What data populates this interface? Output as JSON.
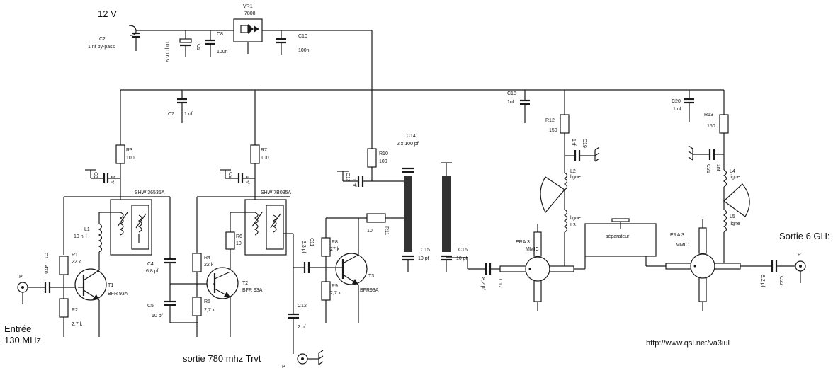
{
  "supply": {
    "voltage_label": "12 V"
  },
  "regulator": {
    "ref": "VR1",
    "value": "7808"
  },
  "capacitors": {
    "c2": {
      "ref": "C2",
      "value": "1 nf by-pass"
    },
    "cpol": {
      "ref": "C5",
      "value": "10 µ 16 V"
    },
    "c8": {
      "ref": "C8",
      "value": "100n"
    },
    "c10": {
      "ref": "C10",
      "value": "100n"
    },
    "c7": {
      "ref": "C7",
      "value": "1 nf"
    },
    "c3": {
      "ref": "C3",
      "value": "1 nf"
    },
    "c9": {
      "ref": "C9",
      "value": "1 nf"
    },
    "c1": {
      "ref": "C1",
      "value": "470"
    },
    "c4": {
      "ref": "C4",
      "value": "6,8 pf"
    },
    "c5": {
      "ref": "C5",
      "value": "10 pf"
    },
    "c11": {
      "ref": "C11",
      "value": "3,3 pf"
    },
    "c12": {
      "ref": "C12",
      "value": "2 pf"
    },
    "c13": {
      "ref": "C13",
      "value": "1 nf"
    },
    "c14": {
      "ref": "C14",
      "value": "2 x 100 pf"
    },
    "c15": {
      "ref": "C15",
      "value": "10 pf"
    },
    "c16": {
      "ref": "C16",
      "value": "10 pf"
    },
    "c17": {
      "ref": "C17",
      "value": "8,2 pf"
    },
    "c18": {
      "ref": "C18",
      "value": "1nf"
    },
    "c19": {
      "ref": "C19",
      "value": "1nf"
    },
    "c20": {
      "ref": "C20",
      "value": "1 nf"
    },
    "c21": {
      "ref": "C21",
      "value": "1nf"
    },
    "c22": {
      "ref": "C22",
      "value": "8,2 pf"
    }
  },
  "resistors": {
    "r1": {
      "ref": "R1",
      "value": "22 k"
    },
    "r2": {
      "ref": "R2",
      "value": "2,7 k"
    },
    "r3": {
      "ref": "R3",
      "value": "100"
    },
    "r4": {
      "ref": "R4",
      "value": "22 k"
    },
    "r5": {
      "ref": "R5",
      "value": "2,7 k"
    },
    "r6": {
      "ref": "R6",
      "value": "10"
    },
    "r7": {
      "ref": "R7",
      "value": "100"
    },
    "r8": {
      "ref": "R8",
      "value": "27 k"
    },
    "r9": {
      "ref": "R9",
      "value": "2,7 k"
    },
    "r10": {
      "ref": "R10",
      "value": "100"
    },
    "r11": {
      "ref": "R11",
      "value": "10"
    },
    "r12": {
      "ref": "R12",
      "value": "150"
    },
    "r13": {
      "ref": "R13",
      "value": "150"
    }
  },
  "inductors": {
    "l1": {
      "ref": "L1",
      "value": "10 nH"
    },
    "l2": {
      "ref": "L2",
      "value": "ligne"
    },
    "l3": {
      "ref": "L3",
      "value": "ligne"
    },
    "l4": {
      "ref": "L4",
      "value": "ligne"
    },
    "l5": {
      "ref": "L5",
      "value": "ligne"
    }
  },
  "transformers": {
    "tr1": "SHW 36535A",
    "tr2": "SHW 7B035A"
  },
  "transistors": {
    "t1": {
      "ref": "T1",
      "value": "BFR 93A"
    },
    "t2": {
      "ref": "T2",
      "value": "BFR 93A"
    },
    "t3": {
      "ref": "T3",
      "value": "BFR93A"
    }
  },
  "mmics": {
    "m1": {
      "ref": "ERA 3",
      "type": "MMIC"
    },
    "m2": {
      "ref": "ERA 3",
      "type": "MMIC"
    }
  },
  "separator_label": "séparateur",
  "ports": {
    "port_label": "P",
    "input_line1": "Entrée",
    "input_line2": "130 MHz",
    "output_780": "sortie 780 mhz Trvt",
    "output_6g": "Sortie 6 GH:"
  },
  "footer_url": "http://www.qsl.net/va3iul"
}
